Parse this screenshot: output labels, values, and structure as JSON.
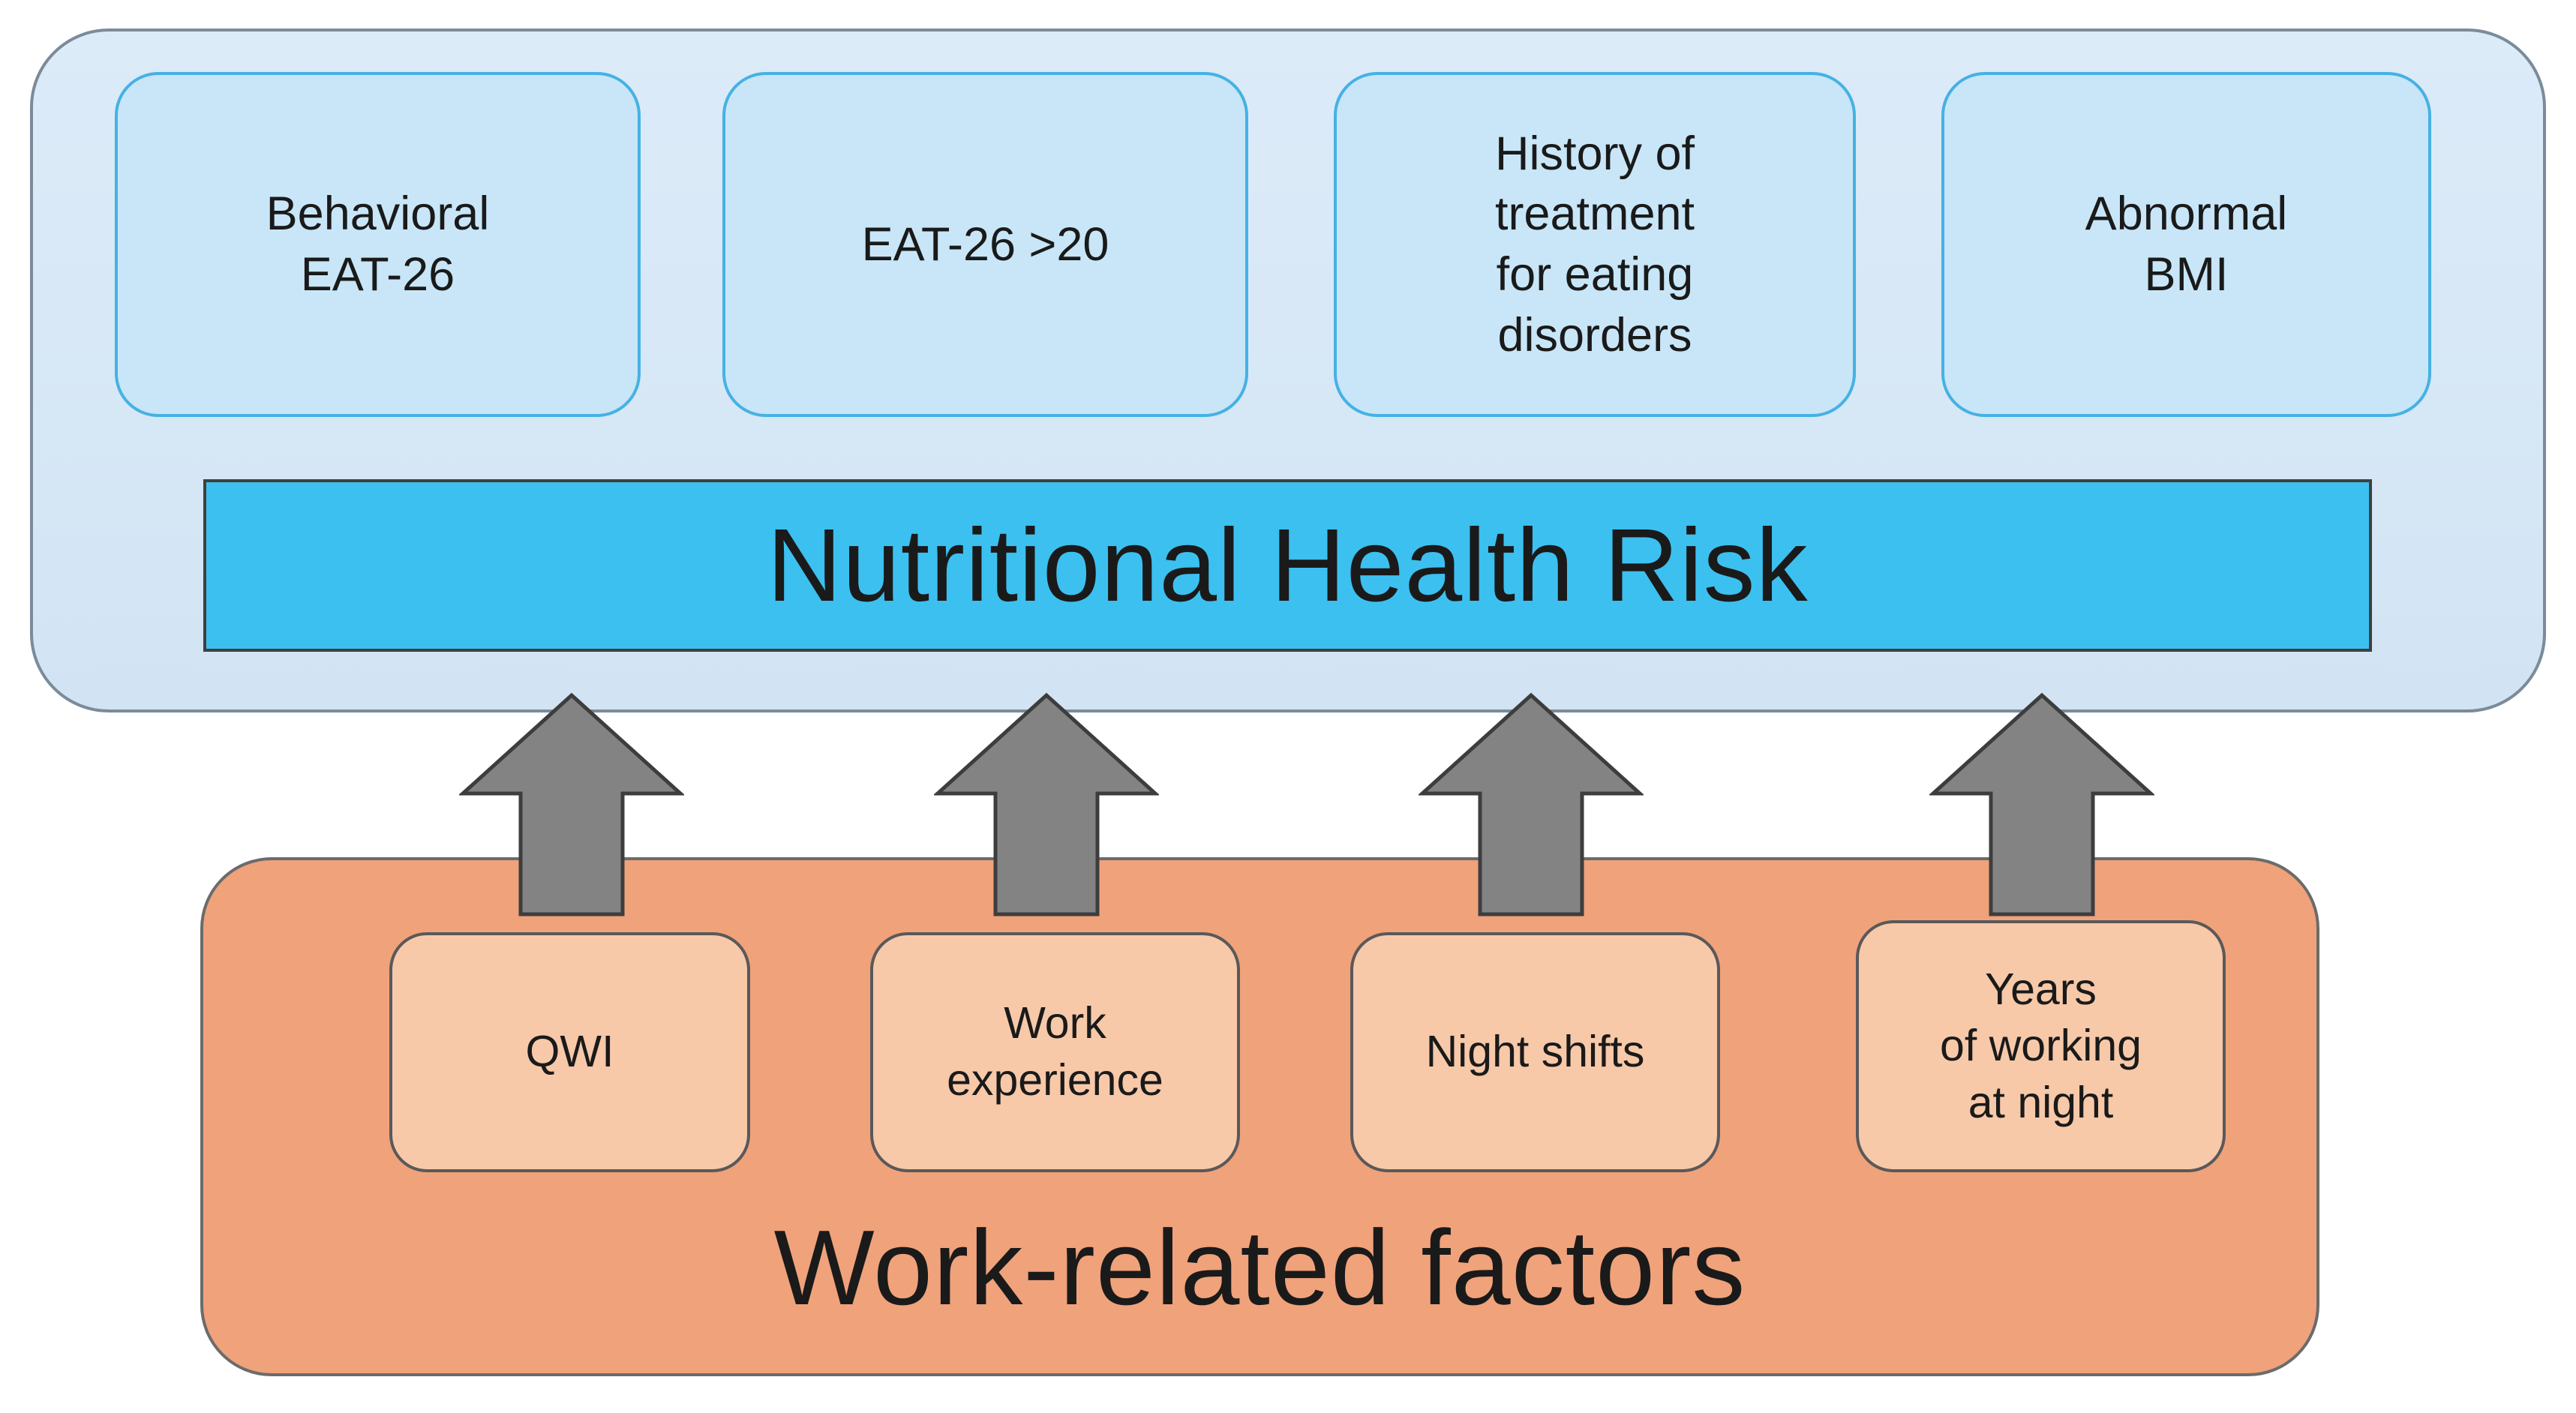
{
  "risk_panel": {
    "indicators": [
      {
        "label": "Behavioral\nEAT-26"
      },
      {
        "label": "EAT-26 >20"
      },
      {
        "label": "History of\ntreatment\nfor eating\ndisorders"
      },
      {
        "label": "Abnormal\nBMI"
      }
    ],
    "title": "Nutritional Health Risk"
  },
  "factor_panel": {
    "factors": [
      {
        "label": "QWI"
      },
      {
        "label": "Work\nexperience"
      },
      {
        "label": "Night shifts"
      },
      {
        "label": "Years\nof working\nat night"
      }
    ],
    "title": "Work-related factors"
  },
  "colors": {
    "risk_panel_bg": "#d8e8f6",
    "indicator_bg": "#c8e6f7",
    "indicator_border": "#46b1e4",
    "risk_bar_bg": "#3cc0f0",
    "factor_panel_bg": "#f0a27b",
    "factor_bg": "#f7c9a9",
    "arrow_fill": "#838383",
    "text": "#1a1a1a"
  }
}
